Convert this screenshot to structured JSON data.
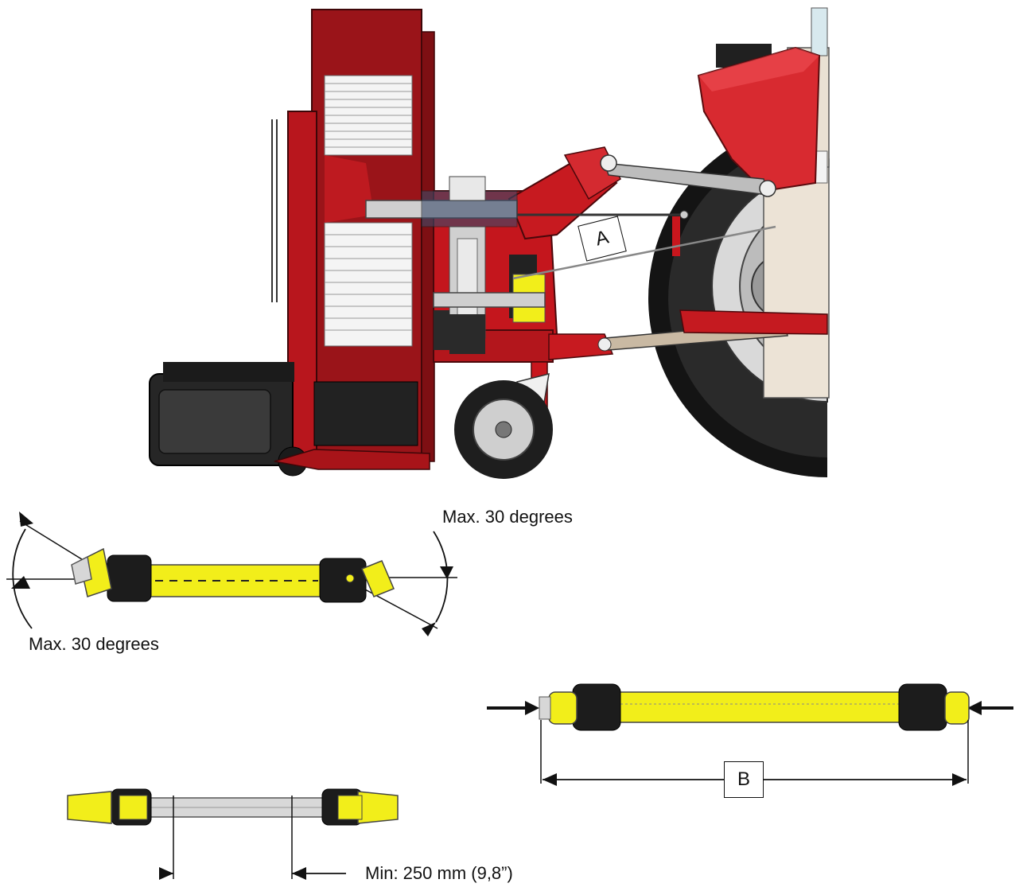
{
  "labels": {
    "callout_a": "A",
    "callout_b": "B",
    "angle_right": "Max. 30 degrees",
    "angle_left": "Max. 30 degrees",
    "min_overlap": "Min: 250 mm (9,8”)"
  },
  "colors": {
    "machine_red": "#c8161d",
    "machine_dark_red": "#8e1016",
    "shaft_yellow": "#f2ee1a",
    "rubber_black": "#1c1c1c",
    "tire_black": "#111111",
    "grey_metal": "#bdbdbd",
    "cream": "#ece3d6"
  },
  "icons": {
    "arrow_head": "filled-triangle-arrow"
  }
}
